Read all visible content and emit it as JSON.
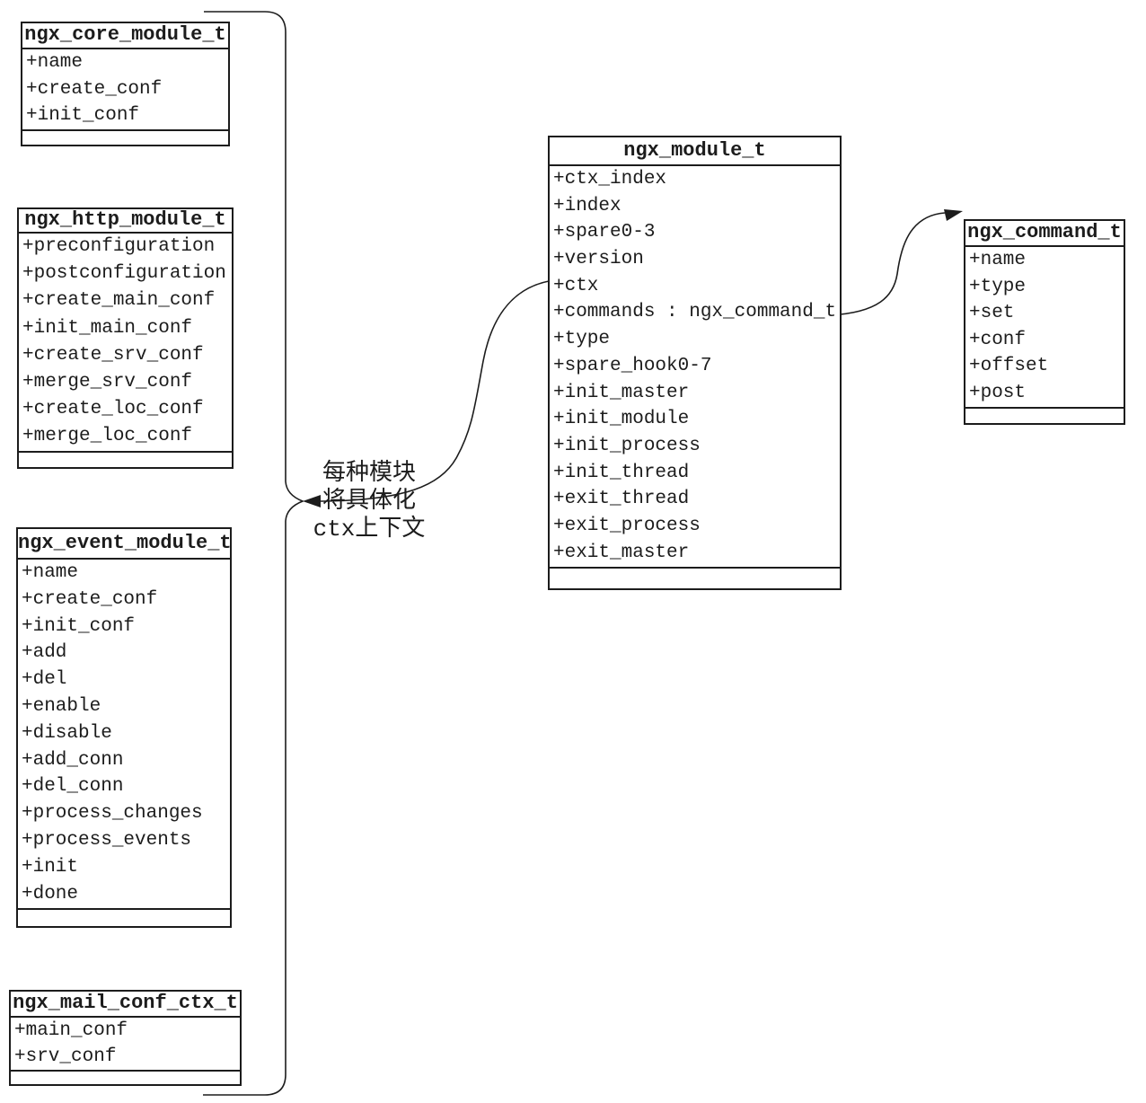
{
  "classes": [
    {
      "title": "ngx_core_module_t",
      "fields": [
        "+name",
        "+create_conf",
        "+init_conf"
      ]
    },
    {
      "title": "ngx_http_module_t",
      "fields": [
        "+preconfiguration",
        "+postconfiguration",
        "+create_main_conf",
        "+init_main_conf",
        "+create_srv_conf",
        "+merge_srv_conf",
        "+create_loc_conf",
        "+merge_loc_conf"
      ]
    },
    {
      "title": "ngx_event_module_t",
      "fields": [
        "+name",
        "+create_conf",
        "+init_conf",
        "+add",
        "+del",
        "+enable",
        "+disable",
        "+add_conn",
        "+del_conn",
        "+process_changes",
        "+process_events",
        "+init",
        "+done"
      ]
    },
    {
      "title": "ngx_mail_conf_ctx_t",
      "fields": [
        "+main_conf",
        "+srv_conf"
      ]
    },
    {
      "title": "ngx_module_t",
      "fields": [
        "+ctx_index",
        "+index",
        "+spare0-3",
        "+version",
        "+ctx",
        "+commands : ngx_command_t",
        "+type",
        "+spare_hook0-7",
        "+init_master",
        "+init_module",
        "+init_process",
        "+init_thread",
        "+exit_thread",
        "+exit_process",
        "+exit_master"
      ]
    },
    {
      "title": "ngx_command_t",
      "fields": [
        "+name",
        "+type",
        "+set",
        "+conf",
        "+offset",
        "+post"
      ]
    }
  ],
  "annotation": {
    "lines": [
      "每种模块",
      "将具体化",
      "ctx上下文"
    ]
  },
  "colors": {
    "line": "#1c1c1c",
    "text": "#1c1c1c",
    "background": "#ffffff"
  }
}
